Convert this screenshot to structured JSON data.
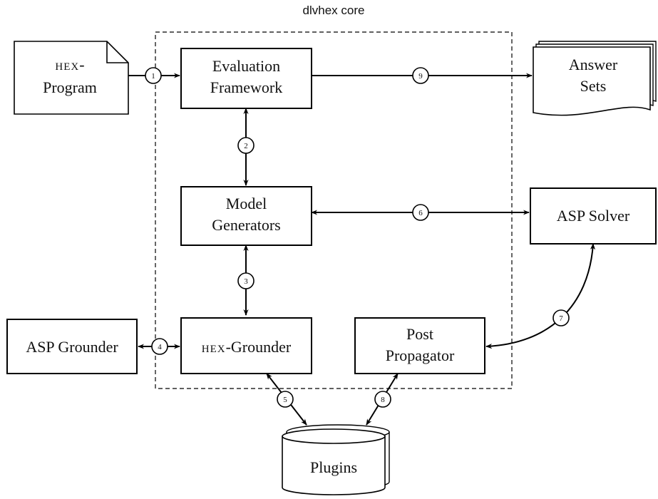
{
  "core_label": "dlvhex core",
  "nodes": {
    "hex_program": {
      "prefix": "HEX",
      "line1_suffix": "-",
      "line2": "Program"
    },
    "evaluation_framework": {
      "line1": "Evaluation",
      "line2": "Framework"
    },
    "answer_sets": {
      "line1": "Answer",
      "line2": "Sets"
    },
    "model_generators": {
      "line1": "Model",
      "line2": "Generators"
    },
    "asp_solver": {
      "line1": "ASP Solver"
    },
    "asp_grounder": {
      "line1": "ASP Grounder"
    },
    "hex_grounder": {
      "prefix": "HEX",
      "suffix": "-Grounder"
    },
    "post_propagator": {
      "line1": "Post",
      "line2": "Propagator"
    },
    "plugins": {
      "line1": "Plugins"
    }
  },
  "edges": [
    {
      "id": "1",
      "label": "1"
    },
    {
      "id": "2",
      "label": "2"
    },
    {
      "id": "3",
      "label": "3"
    },
    {
      "id": "4",
      "label": "4"
    },
    {
      "id": "5",
      "label": "5"
    },
    {
      "id": "6",
      "label": "6"
    },
    {
      "id": "7",
      "label": "7"
    },
    {
      "id": "8",
      "label": "8"
    },
    {
      "id": "9",
      "label": "9"
    }
  ]
}
